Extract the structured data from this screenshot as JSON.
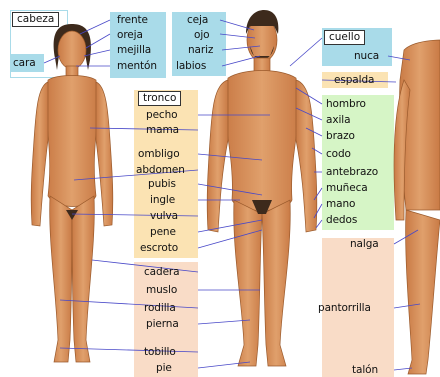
{
  "colors": {
    "skin": "#d9925c",
    "skin_shadow": "#b86f3c",
    "hair": "#3d2a1c",
    "head_box": "#a9dbe9",
    "trunk_box": "#fbe3b3",
    "limb_box": "#f9dcc7",
    "neck_box_bg": "#ffffff",
    "leader_line": "#4848c8"
  },
  "head": {
    "title": "cabeza",
    "cara": "cara",
    "left_labels": [
      "frente",
      "oreja",
      "mejilla",
      "mentón"
    ],
    "center_labels": [
      "ceja",
      "ojo",
      "nariz",
      "labios"
    ]
  },
  "neck": {
    "title": "cuello",
    "nuca": "nuca",
    "espalda": "espalda"
  },
  "trunk": {
    "title": "tronco",
    "labels": [
      "pecho",
      "mama",
      "ombligo",
      "abdomen",
      "pubis",
      "ingle",
      "vulva",
      "pene",
      "escroto"
    ]
  },
  "arm": {
    "labels": [
      "hombro",
      "axila",
      "brazo",
      "codo",
      "antebrazo",
      "muñeca",
      "mano",
      "dedos"
    ]
  },
  "leg": {
    "labels": [
      "cadera",
      "muslo",
      "rodilla",
      "pierna",
      "tobillo",
      "pie"
    ]
  },
  "back_leg": {
    "labels": [
      "nalga",
      "pantorrilla",
      "talón"
    ]
  }
}
